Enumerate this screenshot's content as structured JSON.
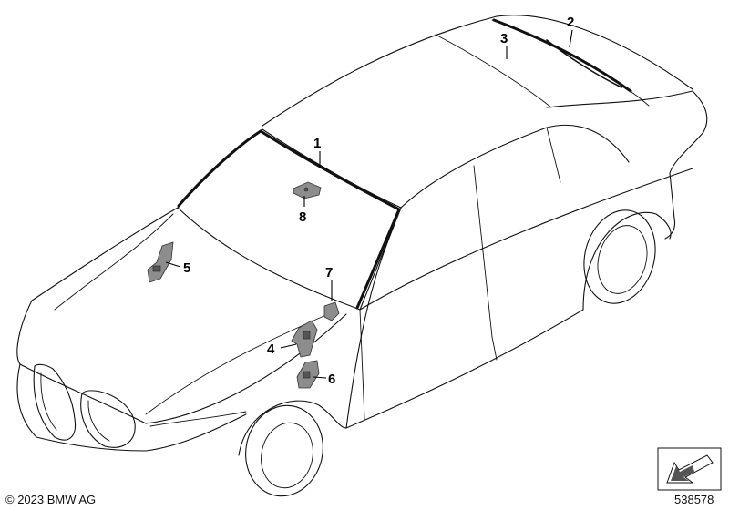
{
  "callouts": [
    {
      "id": "1",
      "label": "1"
    },
    {
      "id": "2",
      "label": "2"
    },
    {
      "id": "3",
      "label": "3"
    },
    {
      "id": "4",
      "label": "4"
    },
    {
      "id": "5",
      "label": "5"
    },
    {
      "id": "6",
      "label": "6"
    },
    {
      "id": "7",
      "label": "7"
    },
    {
      "id": "8",
      "label": "8"
    }
  ],
  "footer": {
    "copyright": "© 2023 BMW AG",
    "diagram_number": "538578"
  },
  "colors": {
    "line": "#111111",
    "part_fill": "#8d8d8d",
    "background": "#ffffff"
  }
}
